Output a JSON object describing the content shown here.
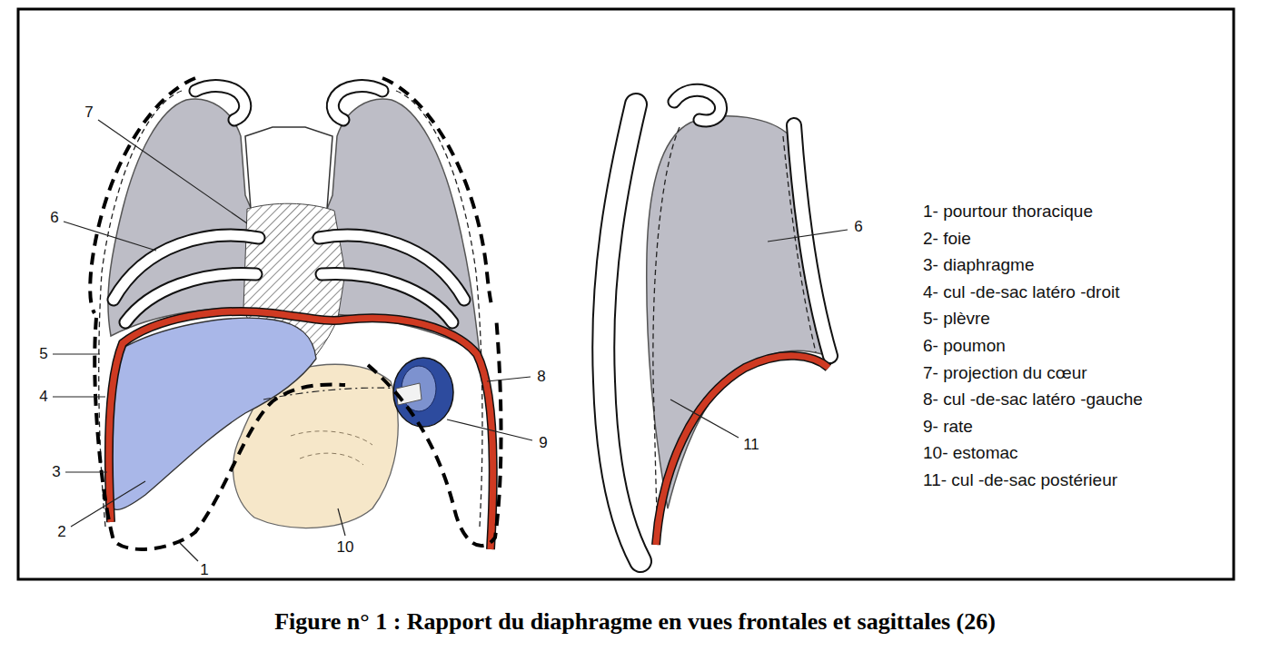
{
  "diagram": {
    "caption": "Figure n° 1 : Rapport du diaphragme en vues frontales et sagittales (26)",
    "labels": [
      "7",
      "6",
      "5",
      "4",
      "3",
      "2",
      "1",
      "10",
      "9",
      "8",
      "6",
      "11",
      "1- pourtour thoracique",
      "2- foie",
      "3- diaphragme",
      "4- cul -de-sac latéro -droit",
      "5- plèvre",
      "6- poumon",
      "7- projection du cœur",
      "8- cul -de-sac latéro -gauche",
      "9- rate",
      "10- estomac",
      "11- cul -de-sac postérieur"
    ]
  }
}
